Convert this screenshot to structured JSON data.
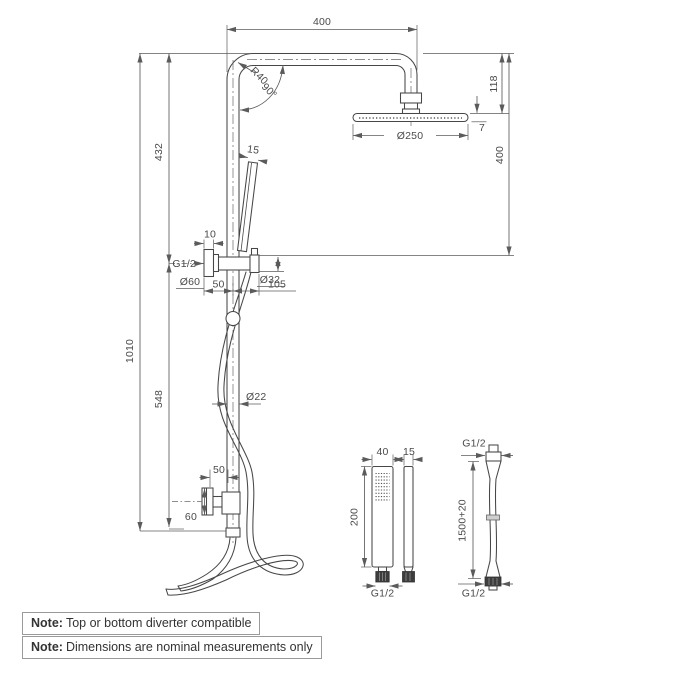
{
  "drawing": {
    "colors": {
      "line": "#474747",
      "dim": "#5b5b5b",
      "text": "#4a4a4a"
    },
    "main": {
      "top_span": "400",
      "bend_radius": "R40",
      "bend_angle": "90°",
      "head_diameter": "Ø250",
      "head_thickness": "7",
      "head_drop": "118",
      "arm_drop": "400",
      "upper_rail": "432",
      "total_height": "1010",
      "lower_rail": "548",
      "handset_tip": "15",
      "bracket_depth": "10",
      "inlet_thread": "G1/2",
      "flange_diameter": "Ø60",
      "bracket_offset": "50",
      "holder_diameter": "Ø32",
      "holder_reach": "105",
      "pipe_diameter": "Ø22",
      "valve_offset": "50",
      "valve_height": "60"
    },
    "handset_detail": {
      "width": "40",
      "depth": "15",
      "height": "200",
      "thread": "G1/2"
    },
    "hose_detail": {
      "top_thread": "G1/2",
      "length": "1500+20",
      "bottom_thread": "G1/2"
    },
    "notes": [
      {
        "label": "Note:",
        "text": "Top or bottom diverter compatible"
      },
      {
        "label": "Note:",
        "text": "Dimensions are nominal measurements only"
      }
    ]
  }
}
